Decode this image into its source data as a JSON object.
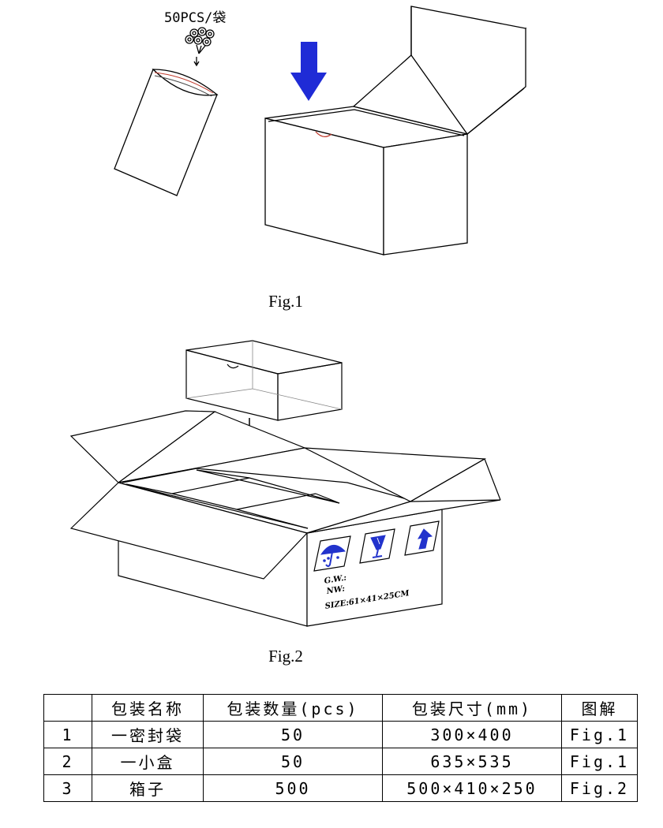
{
  "fig1": {
    "bag_label": "50PCS/袋",
    "caption": "Fig.1"
  },
  "fig2": {
    "caption": "Fig.2",
    "carton_marks": {
      "gw": "G.W.:",
      "nw": "NW:",
      "size": "SIZE:61×41×25CM"
    }
  },
  "table": {
    "headers": [
      "",
      "包装名称",
      "包装数量(pcs)",
      "包装尺寸(mm)",
      "图解"
    ],
    "rows": [
      [
        "1",
        "一密封袋",
        "50",
        "300×400",
        "Fig.1"
      ],
      [
        "2",
        "一小盒",
        "50",
        "635×535",
        "Fig.1"
      ],
      [
        "3",
        "箱子",
        "500",
        "500×410×250",
        "Fig.2"
      ]
    ]
  },
  "colors": {
    "arrow_blue": "#1f2bd6",
    "icon_blue": "#2233cc",
    "line": "#000000",
    "flap_red": "#c0392b"
  },
  "icons": [
    "umbrella-icon",
    "fragile-glass-icon",
    "this-way-up-icon"
  ]
}
